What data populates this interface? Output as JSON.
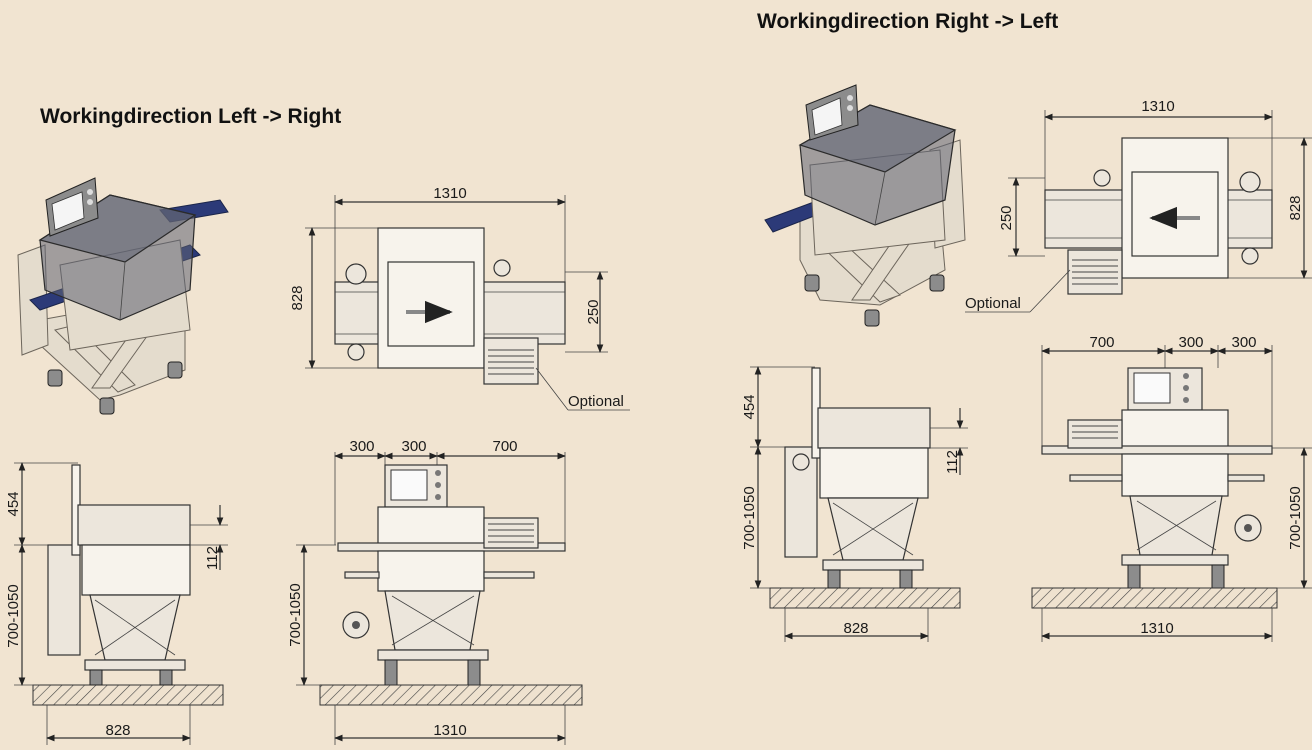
{
  "titles": {
    "left": "Workingdirection Left -> Right",
    "right": "Workingdirection Right -> Left"
  },
  "left": {
    "top_width": "1310",
    "top_depth": "828",
    "belt_width": "250",
    "optional_label": "Optional",
    "side_width": "828",
    "side_hood": "454",
    "side_height": "700-1050",
    "side_offset": "112",
    "front_seg1": "300",
    "front_seg2": "300",
    "front_seg3": "700",
    "front_height": "700-1050",
    "front_width": "1310"
  },
  "right": {
    "top_width": "1310",
    "top_depth": "828",
    "belt_width": "250",
    "optional_label": "Optional",
    "side_width": "828",
    "side_hood": "454",
    "side_height": "700-1050",
    "side_offset": "112",
    "front_seg1": "700",
    "front_seg2": "300",
    "front_seg3": "300",
    "front_height": "700-1050",
    "front_width": "1310"
  },
  "colors": {
    "background": "#f1e4d1",
    "belt": "#2c3a78",
    "hood": "#5e6272"
  }
}
